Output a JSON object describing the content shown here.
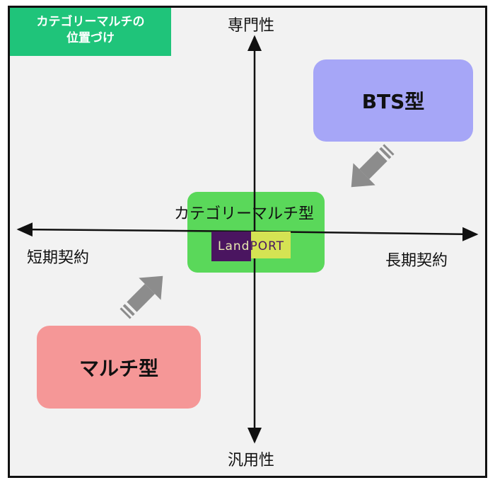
{
  "tag": {
    "line1": "カテゴリーマルチの",
    "line2": "位置づけ"
  },
  "axes": {
    "top": "専門性",
    "bottom": "汎用性",
    "left": "短期契約",
    "right": "長期契約"
  },
  "boxes": {
    "bts": "BTS型",
    "multi": "マルチ型",
    "category_multi": "カテゴリーマルチ型"
  },
  "logo": {
    "part1": "Land",
    "part2": "PORT"
  },
  "colors": {
    "tag": "#1fc47a",
    "bts": "#a6a6f7",
    "multi": "#f59797",
    "category_multi": "#5ad85a",
    "arrow": "#8c8c8c"
  }
}
